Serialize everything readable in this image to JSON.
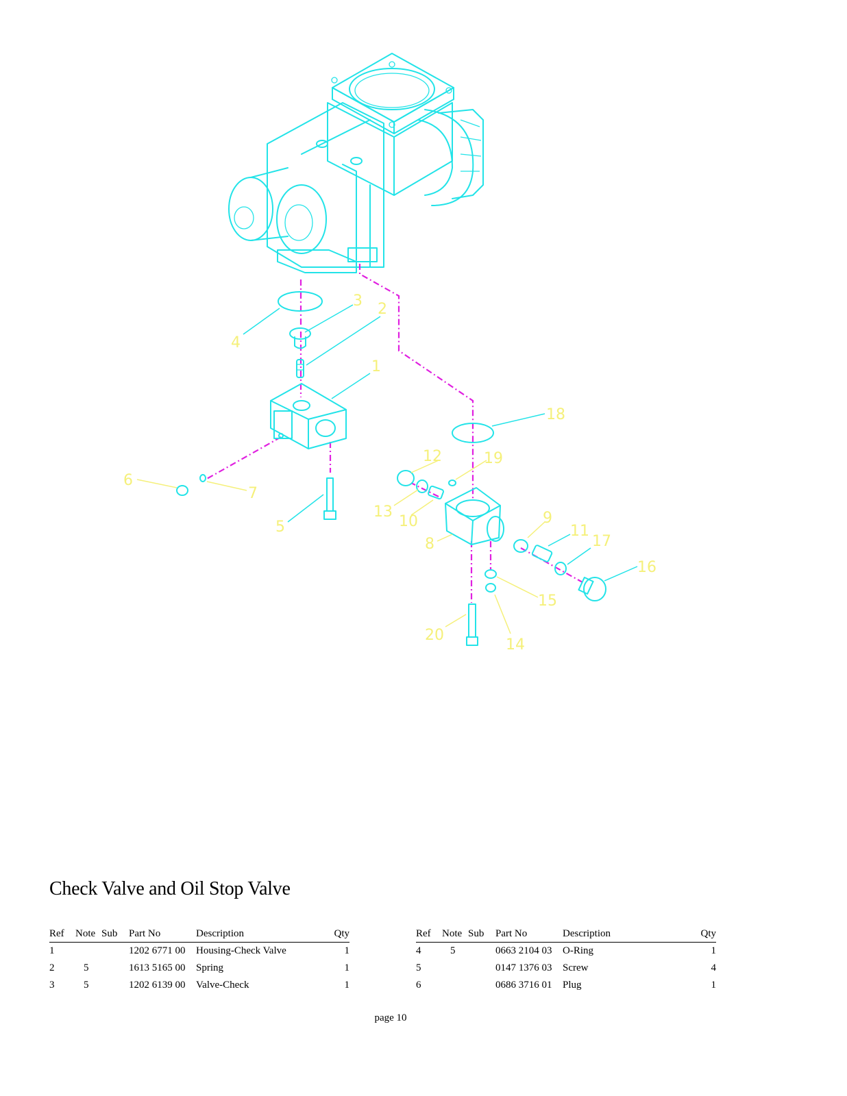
{
  "diagram": {
    "callouts": [
      "1",
      "2",
      "3",
      "4",
      "5",
      "6",
      "7",
      "8",
      "9",
      "10",
      "11",
      "12",
      "13",
      "14",
      "15",
      "16",
      "17",
      "18",
      "19",
      "20"
    ],
    "colors": {
      "parts": "#22e3e8",
      "leader_dashes": "#e020e0",
      "callouts": "#f5f07a"
    }
  },
  "section_title": "Check Valve and Oil Stop Valve",
  "table": {
    "headers": {
      "ref": "Ref",
      "note": "Note",
      "sub": "Sub",
      "part_no": "Part No",
      "description": "Description",
      "qty": "Qty"
    },
    "left_rows": [
      {
        "ref": "1",
        "note": "",
        "sub": "",
        "part_no": "1202 6771 00",
        "description": "Housing-Check Valve",
        "qty": "1"
      },
      {
        "ref": "2",
        "note": "5",
        "sub": "",
        "part_no": "1613 5165 00",
        "description": "Spring",
        "qty": "1"
      },
      {
        "ref": "3",
        "note": "5",
        "sub": "",
        "part_no": "1202 6139 00",
        "description": "Valve-Check",
        "qty": "1"
      }
    ],
    "right_rows": [
      {
        "ref": "4",
        "note": "5",
        "sub": "",
        "part_no": "0663 2104 03",
        "description": "O-Ring",
        "qty": "1"
      },
      {
        "ref": "5",
        "note": "",
        "sub": "",
        "part_no": "0147 1376 03",
        "description": "Screw",
        "qty": "4"
      },
      {
        "ref": "6",
        "note": "",
        "sub": "",
        "part_no": "0686 3716 01",
        "description": "Plug",
        "qty": "1"
      }
    ]
  },
  "footer": {
    "page_label": "page 10"
  }
}
